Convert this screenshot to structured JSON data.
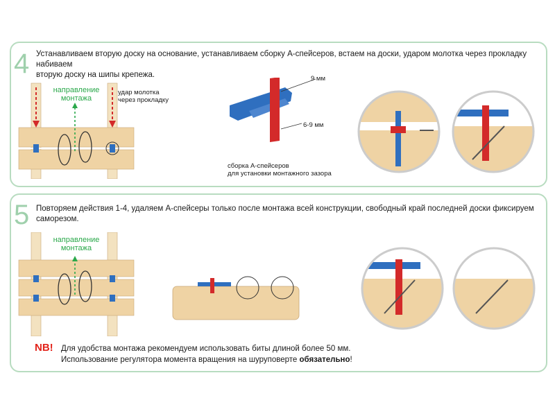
{
  "colors": {
    "panel_border": "#b8dcc0",
    "step_number": "#9fd0ac",
    "direction_text": "#2aa84a",
    "nb": "#e2231a",
    "wood": "#efd3a4",
    "spacer_blue": "#2f6fbf",
    "spacer_red": "#d32a2a"
  },
  "step4": {
    "number": "4",
    "text_line1": "Устанавливаем вторую доску на основание, устанавливаем сборку А-спейсеров, встаем на доски, ударом молотка через прокладку набиваем",
    "text_line2": "вторую доску на шипы крепежа.",
    "direction_line1": "направление",
    "direction_line2": "монтажа",
    "hammer_line1": "удар молотка",
    "hammer_line2": "через прокладку",
    "dim_top": "9 мм",
    "dim_side": "6-9 мм",
    "assembly_line1": "сборка А-спейсеров",
    "assembly_line2": "для установки монтажного зазора",
    "icons": [
      "spacer-assembly-icon",
      "magnifier-detail-icon",
      "footprint-icon",
      "arrow-down-icon"
    ]
  },
  "step5": {
    "number": "5",
    "text": "Повторяем действия 1-4, удаляем А-спейсеры только после монтажа всей конструкции, свободный край последней доски фиксируем саморезом.",
    "direction_line1": "направление",
    "direction_line2": "монтажа"
  },
  "note": {
    "nb": "NB!",
    "line1": "Для удобства монтажа рекомендуем использовать биты длиной более 50 мм.",
    "line2_prefix": "Использование регулятора момента вращения на шуруповерте ",
    "line2_bold": "обязательно",
    "line2_suffix": "!"
  }
}
